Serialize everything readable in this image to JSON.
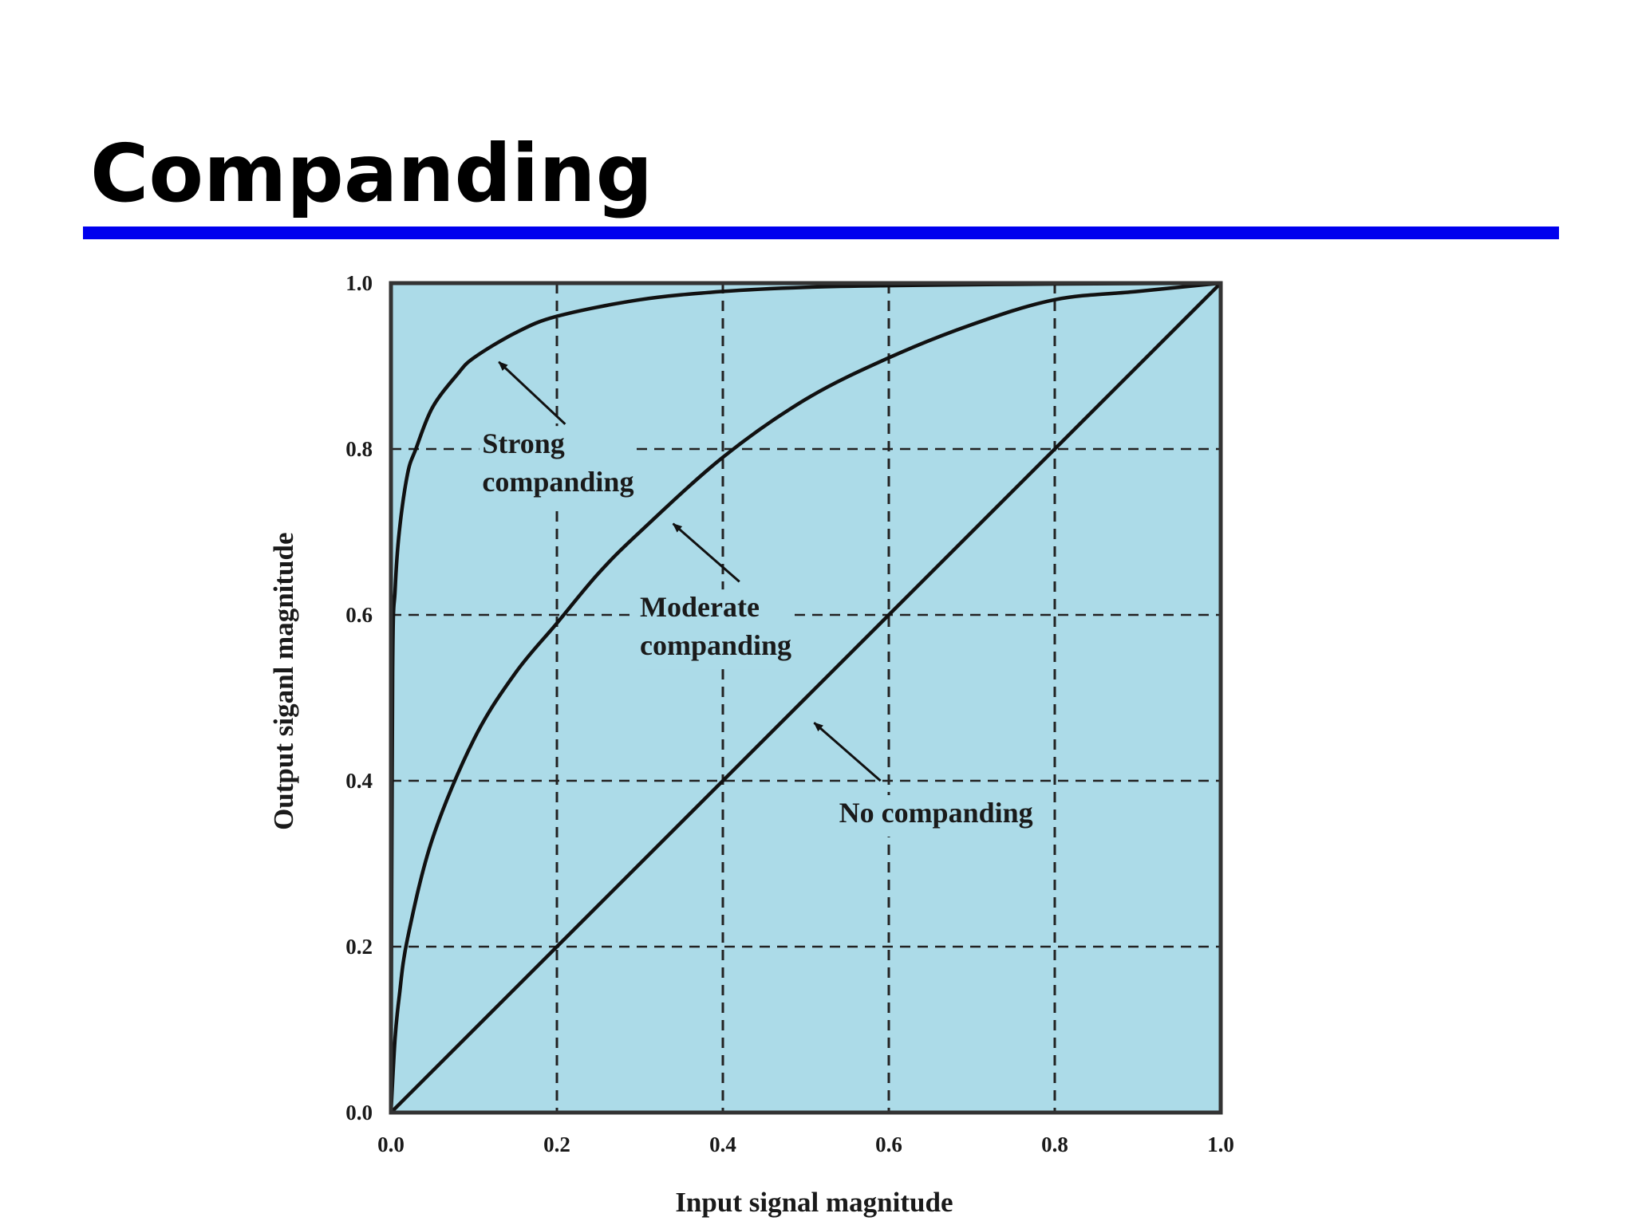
{
  "slide": {
    "title": "Companding",
    "accent_color": "#0000ee"
  },
  "chart_data": {
    "type": "line",
    "xlabel": "Input signal magnitude",
    "ylabel": "Output siganl magnitude",
    "xlim": [
      0.0,
      1.0
    ],
    "ylim": [
      0.0,
      1.0
    ],
    "xticks": [
      "0.0",
      "0.2",
      "0.4",
      "0.6",
      "0.8",
      "1.0"
    ],
    "yticks": [
      "0.0",
      "0.2",
      "0.4",
      "0.6",
      "0.8",
      "1.0"
    ],
    "grid": true,
    "grid_style": "dashed",
    "plot_background": "#acdbe8",
    "line_color": "#111111",
    "series": [
      {
        "name": "Strong companding",
        "x": [
          0,
          0.002,
          0.005,
          0.01,
          0.02,
          0.03,
          0.05,
          0.08,
          0.1,
          0.15,
          0.2,
          0.3,
          0.4,
          0.5,
          0.6,
          0.8,
          1.0
        ],
        "y": [
          0,
          0.53,
          0.63,
          0.7,
          0.77,
          0.8,
          0.85,
          0.89,
          0.91,
          0.94,
          0.96,
          0.98,
          0.99,
          0.995,
          0.997,
          0.999,
          1.0
        ]
      },
      {
        "name": "Moderate companding",
        "x": [
          0,
          0.005,
          0.01,
          0.02,
          0.05,
          0.1,
          0.15,
          0.2,
          0.25,
          0.3,
          0.4,
          0.5,
          0.6,
          0.7,
          0.8,
          0.9,
          1.0
        ],
        "y": [
          0,
          0.09,
          0.14,
          0.21,
          0.33,
          0.45,
          0.53,
          0.59,
          0.65,
          0.7,
          0.79,
          0.86,
          0.91,
          0.95,
          0.98,
          0.99,
          1.0
        ]
      },
      {
        "name": "No companding",
        "x": [
          0,
          1.0
        ],
        "y": [
          0,
          1.0
        ]
      }
    ],
    "annotations": [
      {
        "lines": [
          "Strong",
          "companding"
        ],
        "text_xy": [
          0.11,
          0.795
        ],
        "arrow_from": [
          0.21,
          0.83
        ],
        "arrow_to": [
          0.13,
          0.905
        ]
      },
      {
        "lines": [
          "Moderate",
          "companding"
        ],
        "text_xy": [
          0.3,
          0.598
        ],
        "arrow_from": [
          0.42,
          0.64
        ],
        "arrow_to": [
          0.34,
          0.71
        ]
      },
      {
        "lines": [
          "No companding"
        ],
        "text_xy": [
          0.54,
          0.35
        ],
        "arrow_from": [
          0.59,
          0.4
        ],
        "arrow_to": [
          0.51,
          0.47
        ]
      }
    ]
  }
}
